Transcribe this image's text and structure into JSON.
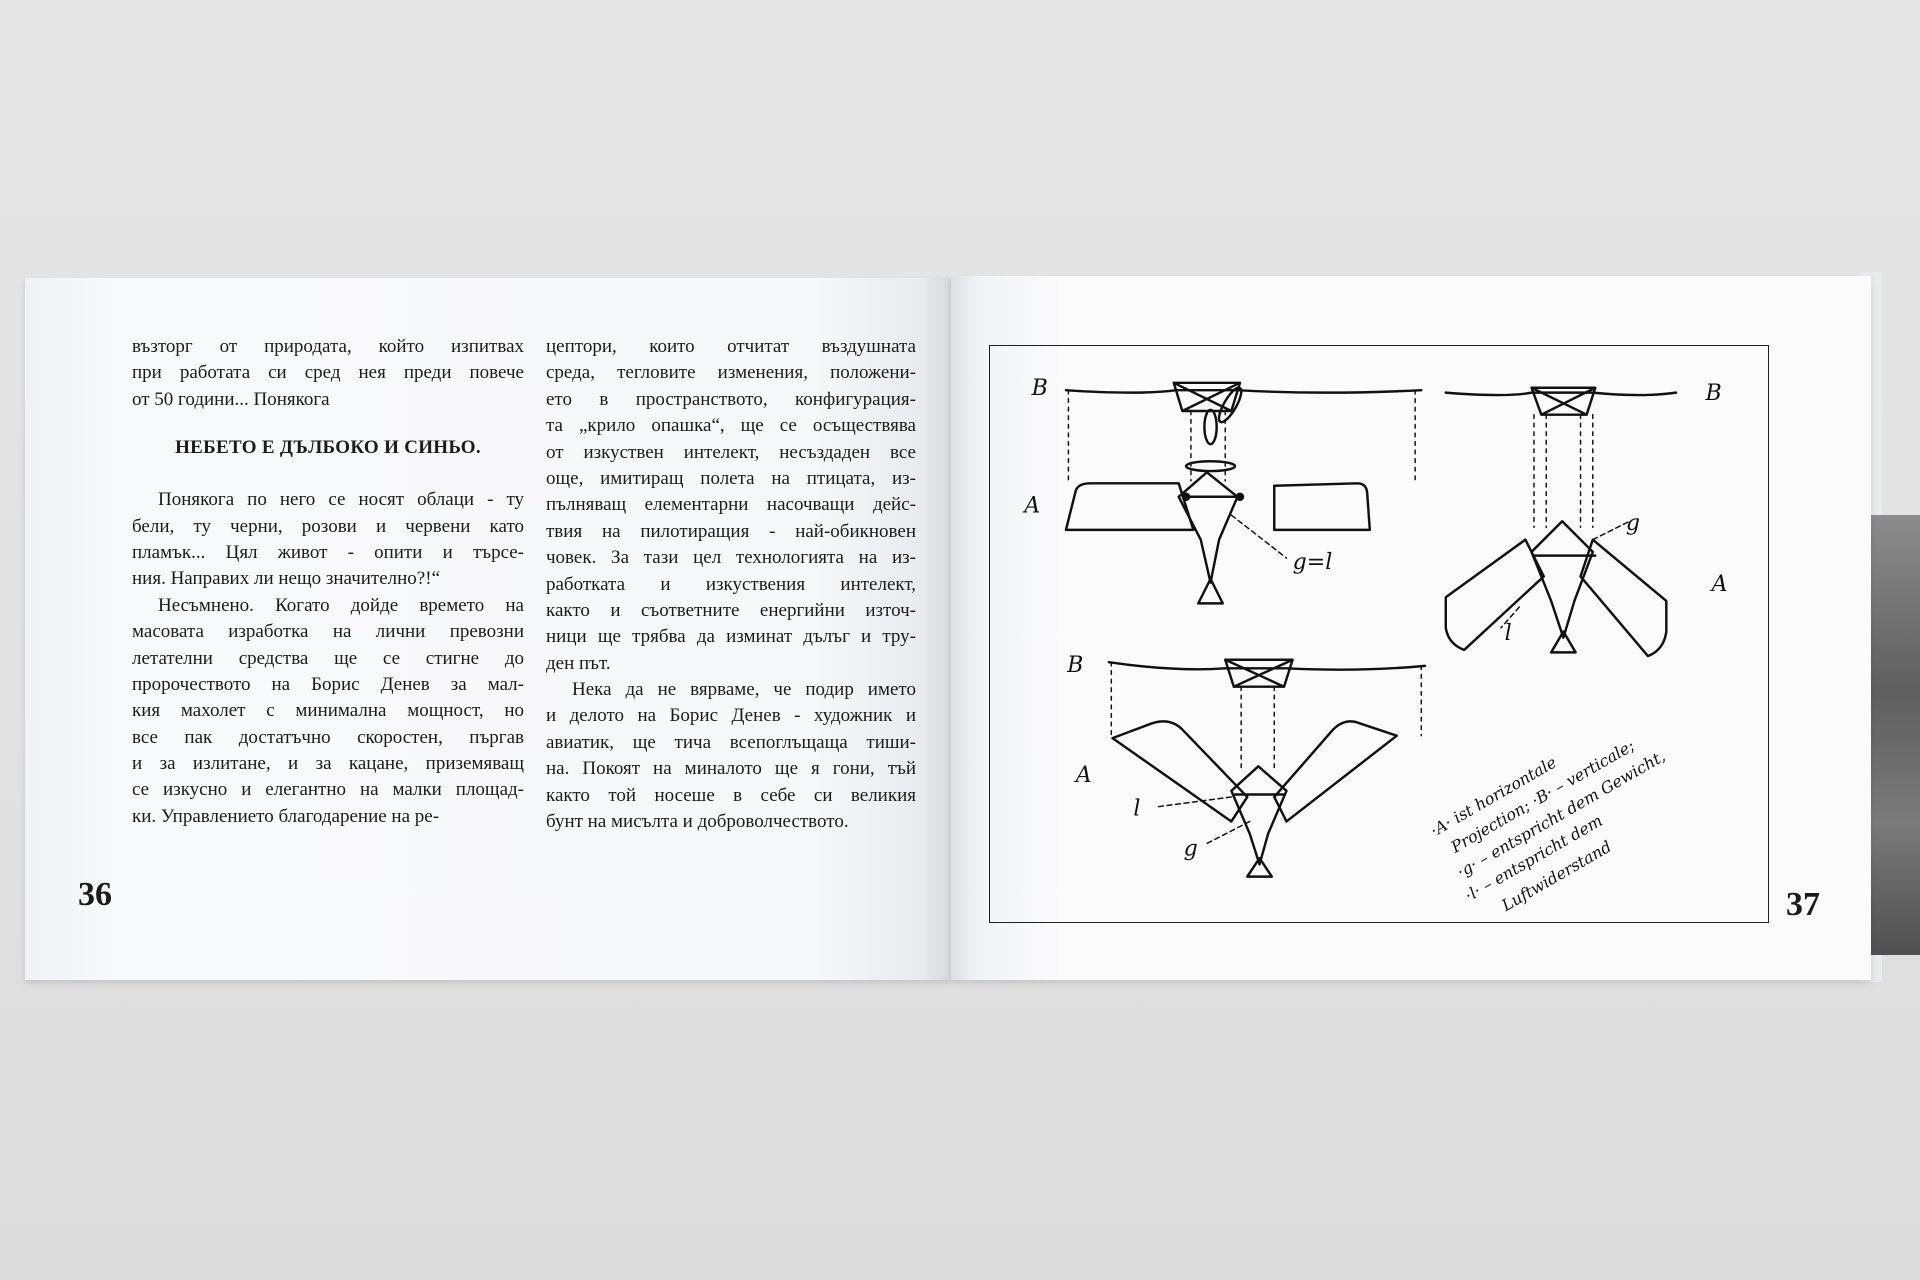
{
  "left_page": {
    "page_number": "36",
    "column1": [
      {
        "type": "para",
        "indent": false,
        "lines": [
          "възторг от природата, който изпитвах",
          "при работата си сред нея преди повече",
          "от 50 години... Понякога"
        ]
      },
      {
        "type": "heading",
        "text": "НЕБЕТО Е ДЪЛБОКО И СИНЬО."
      },
      {
        "type": "para",
        "indent": true,
        "lines": [
          "Понякога по него се носят облаци - ту",
          "бели, ту черни, розови и червени като",
          "пламък... Цял живот - опити и търсе-",
          "ния. Направих ли нещо значително?!“"
        ]
      },
      {
        "type": "para",
        "indent": true,
        "cont": true,
        "lines": [
          "Несъмнено. Когато дойде времето на",
          "масовата изработка на лични превозни",
          "летателни средства ще се стигне до",
          "пророчеството на Борис Денев за мал-",
          "кия махолет с минимална мощност, но",
          "все пак достатъчно скоростен, пъргав",
          "и за излитане, и за кацане, приземяващ",
          "се изкусно и елегантно на малки площад-",
          "ки. Управлението благодарение на ре-"
        ]
      }
    ],
    "column2": [
      {
        "type": "para",
        "indent": false,
        "cont": true,
        "lines": [
          "цептори, които отчитат въздушната",
          "среда, тегловите изменения, положени-",
          "ето в пространството, конфигурация-",
          "та „крило опашка“, ще се осъществява",
          "от изкуствен интелект, несъздаден все",
          "още, имитиращ полета на птицата, из-",
          "пълняващ елементарни насочващи дейс-",
          "твия на пилотиращия - най-обикновен",
          "човек. За тази цел технологията на из-",
          "работката и изкуствения интелект,",
          "както и съответните енергийни източ-",
          "ници ще трябва да изминат дълъг и тру-",
          "ден път."
        ]
      },
      {
        "type": "para",
        "indent": true,
        "lines": [
          "Нека да не вярваме, че подир името",
          "и делото на Борис Денев - художник и",
          "авиатик, ще тича всепоглъщаща тиши-",
          "на. Покоят на миналото ще я гони, тъй",
          "както той носеше в себе си великия",
          "бунт на мисълта и доброволчеството."
        ]
      }
    ]
  },
  "right_page": {
    "page_number": "37",
    "sketch_labels": {
      "top_left": {
        "b": "B",
        "a": "A",
        "gl": "g=l"
      },
      "top_right": {
        "b": "B",
        "a": "A",
        "g": "g",
        "l": "l"
      },
      "bottom": {
        "b": "B",
        "a": "A",
        "g": "g",
        "l": "l"
      }
    },
    "handwriting": [
      "·A· ist horizontale",
      "Projection; ·B· – verticale;",
      "·g· – entspricht dem Gewicht,",
      "·l· – entspricht dem",
      "Luftwiderstand"
    ]
  },
  "colors": {
    "paper": "#f8f9fb",
    "ink": "#1b1b1b",
    "background": "#e2e2e2"
  }
}
